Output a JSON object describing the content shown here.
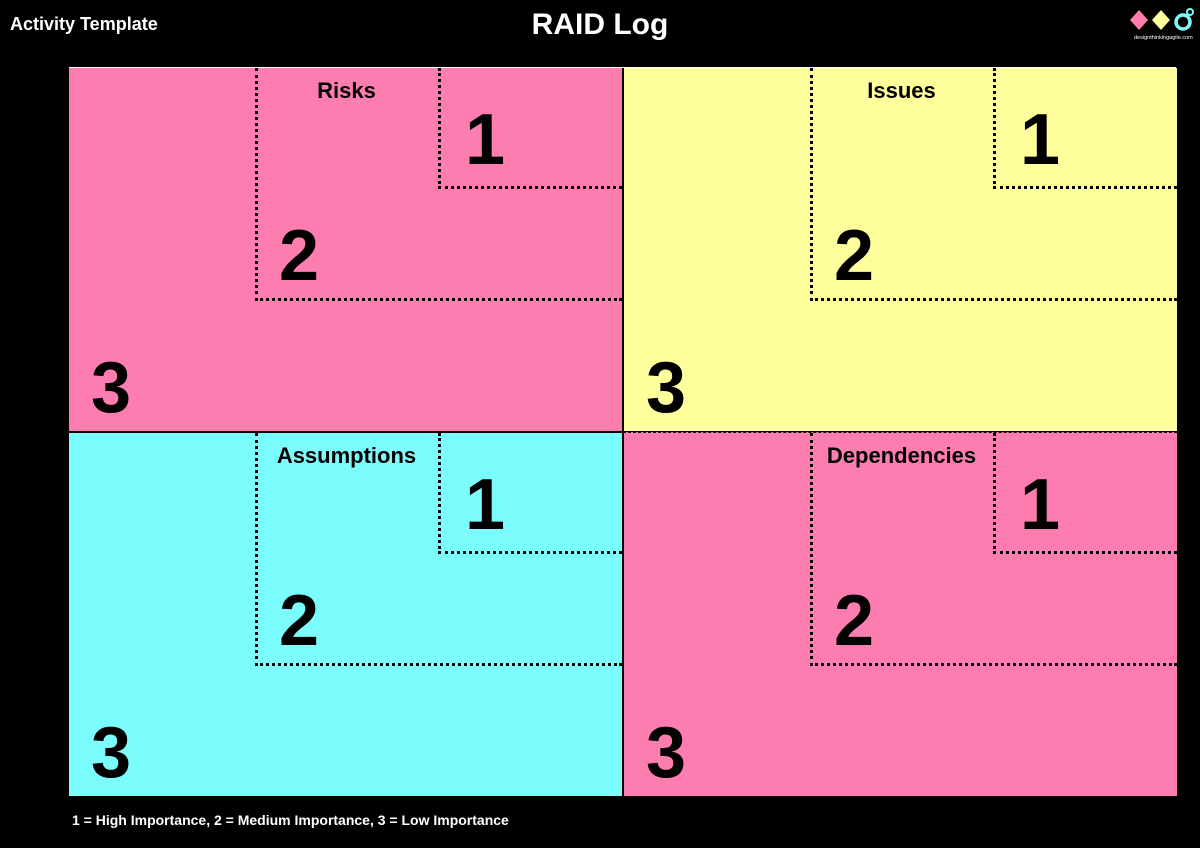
{
  "header": {
    "label": "Activity Template",
    "title": "RAID Log",
    "logo_text": "designthinkingagile.com",
    "logo_colors": [
      "#fe7db1",
      "#feff9c",
      "#7bfdfd"
    ]
  },
  "quadrants": [
    {
      "title": "Risks",
      "color": "#fe7db1",
      "levels": [
        "1",
        "2",
        "3"
      ]
    },
    {
      "title": "Issues",
      "color": "#feff9c",
      "levels": [
        "1",
        "2",
        "3"
      ]
    },
    {
      "title": "Assumptions",
      "color": "#7bfdfd",
      "levels": [
        "1",
        "2",
        "3"
      ]
    },
    {
      "title": "Dependencies",
      "color": "#fe7db1",
      "levels": [
        "1",
        "2",
        "3"
      ]
    }
  ],
  "legend": "1 = High Importance, 2 = Medium Importance, 3 = Low Importance"
}
